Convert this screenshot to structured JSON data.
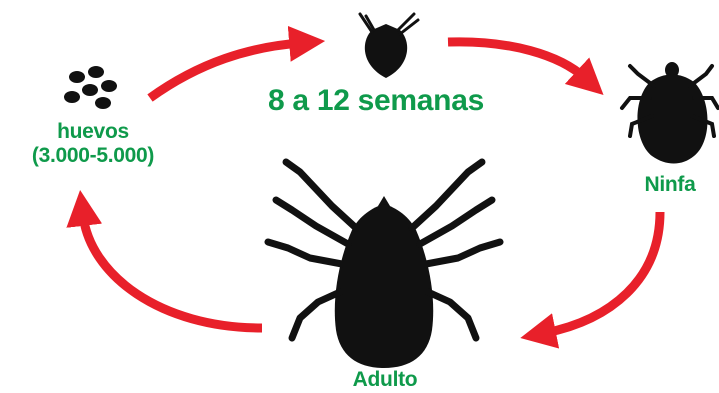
{
  "labels": {
    "eggs": "huevos",
    "eggs_count": "(3.000-5.000)",
    "duration": "8 a 12 semanas",
    "nymph": "Ninfa",
    "adult": "Adulto"
  },
  "colors": {
    "label_green": "#0f9a4b",
    "arrow_red": "#e8202a",
    "tick_black": "#111111"
  },
  "icons": {
    "eggs": "egg-cluster-icon",
    "larva": "larva-tick-icon",
    "nymph": "nymph-tick-icon",
    "adult": "adult-tick-icon"
  }
}
